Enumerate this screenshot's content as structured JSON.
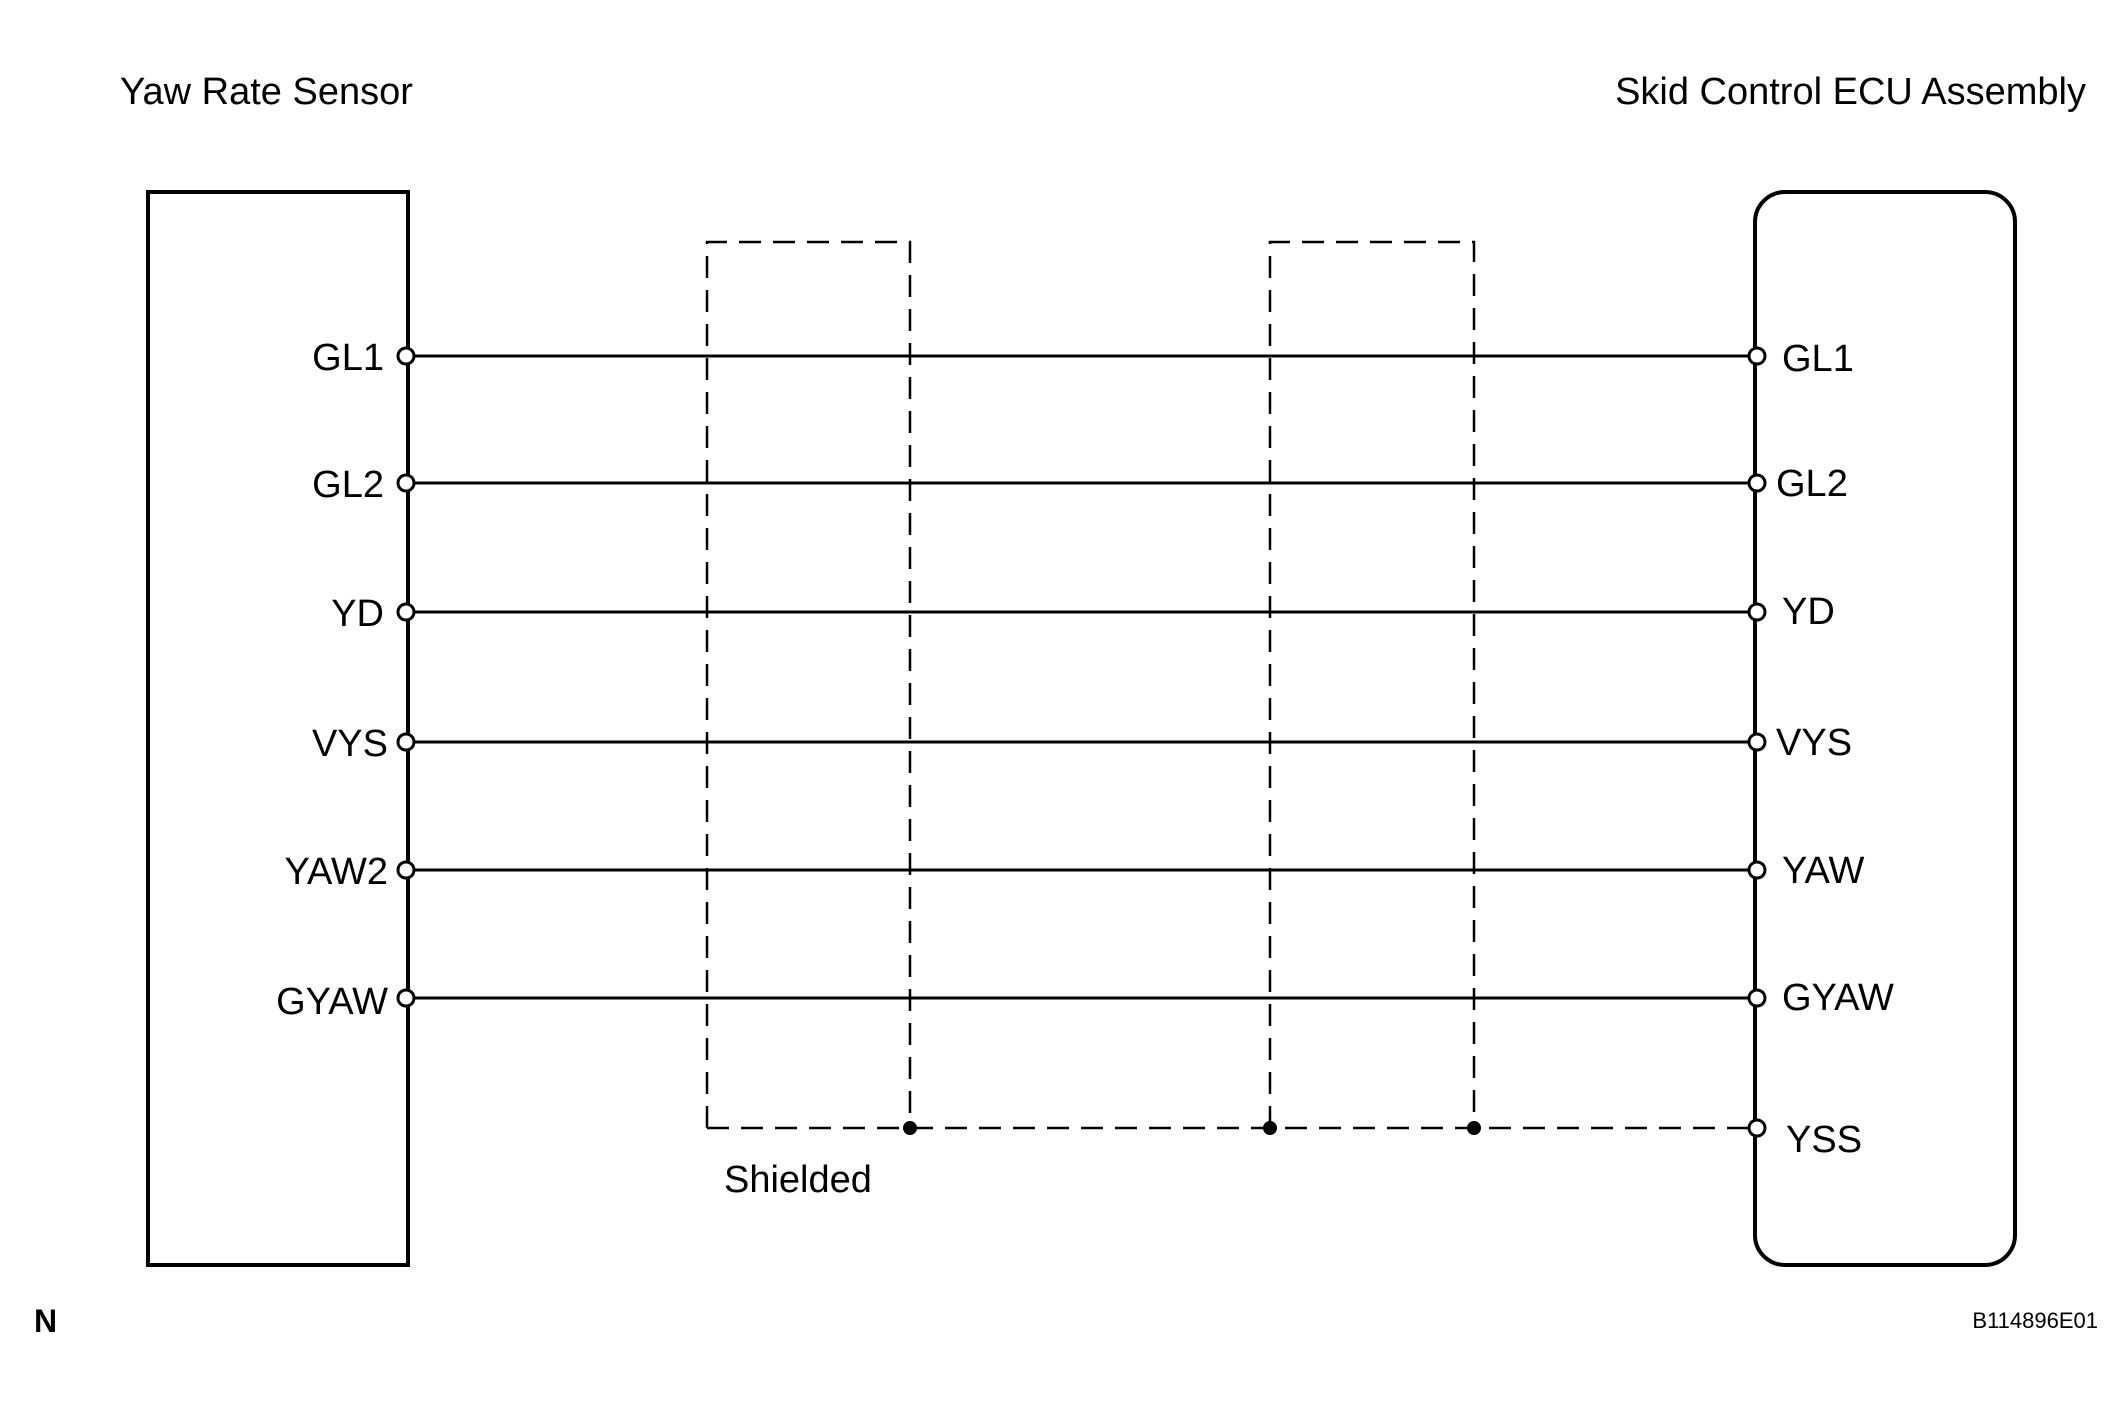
{
  "titles": {
    "left_component": "Yaw Rate Sensor",
    "right_component": "Skid Control ECU Assembly"
  },
  "left_terminals": [
    "GL1",
    "GL2",
    "YD",
    "VYS",
    "YAW2",
    "GYAW"
  ],
  "right_terminals": [
    "GL1",
    "GL2",
    "YD",
    "VYS",
    "YAW",
    "GYAW",
    "YSS"
  ],
  "shield": {
    "label": "Shielded"
  },
  "footer": {
    "orientation_mark": "N",
    "figure_code": "B114896E01"
  },
  "colors": {
    "line": "#000000",
    "background": "#ffffff"
  }
}
